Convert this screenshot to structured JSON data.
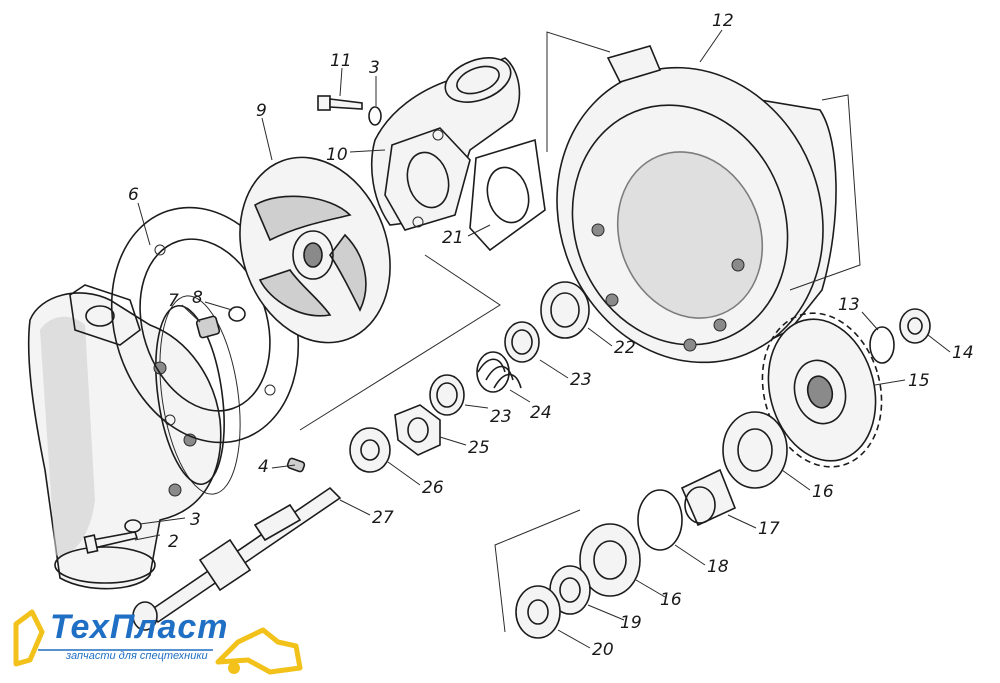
{
  "labels": {
    "l2": "2",
    "l3a": "3",
    "l3b": "3",
    "l4": "4",
    "l6": "6",
    "l7": "7",
    "l8": "8",
    "l9": "9",
    "l10": "10",
    "l11": "11",
    "l12": "12",
    "l13": "13",
    "l14": "14",
    "l15": "15",
    "l16a": "16",
    "l16b": "16",
    "l17": "17",
    "l18": "18",
    "l19": "19",
    "l20": "20",
    "l21": "21",
    "l22": "22",
    "l23a": "23",
    "l23b": "23",
    "l24": "24",
    "l25": "25",
    "l26": "26",
    "l27": "27"
  },
  "logo": {
    "name": "ТехПласт",
    "tagline": "запчасти для спецтехники",
    "colors": {
      "blue": "#1f6fc4",
      "yellow": "#f2c21b"
    }
  }
}
